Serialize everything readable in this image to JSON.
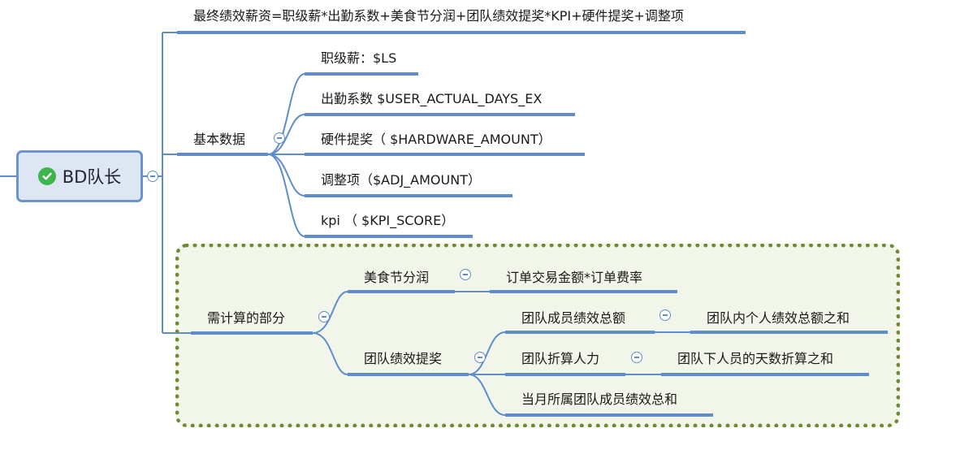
{
  "root": {
    "label": "BD队长",
    "status_icon": "check-circle-icon",
    "status_color": "#3cb54a"
  },
  "formula": {
    "label": "最终绩效薪资=职级薪*出勤系数+美食节分润+团队绩效提奖*KPI+硬件提奖+调整项"
  },
  "basic": {
    "label": "基本数据",
    "items": [
      {
        "label": "职级薪：$LS"
      },
      {
        "label": "出勤系数 $USER_ACTUAL_DAYS_EX"
      },
      {
        "label": "硬件提奖（ $HARDWARE_AMOUNT）"
      },
      {
        "label": "调整项（$ADJ_AMOUNT）"
      },
      {
        "label": "kpi （ $KPI_SCORE）"
      }
    ]
  },
  "calc": {
    "label": "需计算的部分",
    "food": {
      "label": "美食节分润",
      "child": "订单交易金额*订单费率"
    },
    "team": {
      "label": "团队绩效提奖",
      "members": {
        "label": "团队成员绩效总额",
        "child": "团队内个人绩效总额之和"
      },
      "manpower": {
        "label": "团队折算人力",
        "child": "团队下人员的天数折算之和"
      },
      "monthly": {
        "label": "当月所属团队成员绩效总和"
      }
    }
  },
  "colors": {
    "line": "#5f8ccc",
    "root_fill": "#dde6f2",
    "root_border": "#6b93cf",
    "group_border": "#6f8a2f",
    "group_fill": "#f2f6ea"
  }
}
